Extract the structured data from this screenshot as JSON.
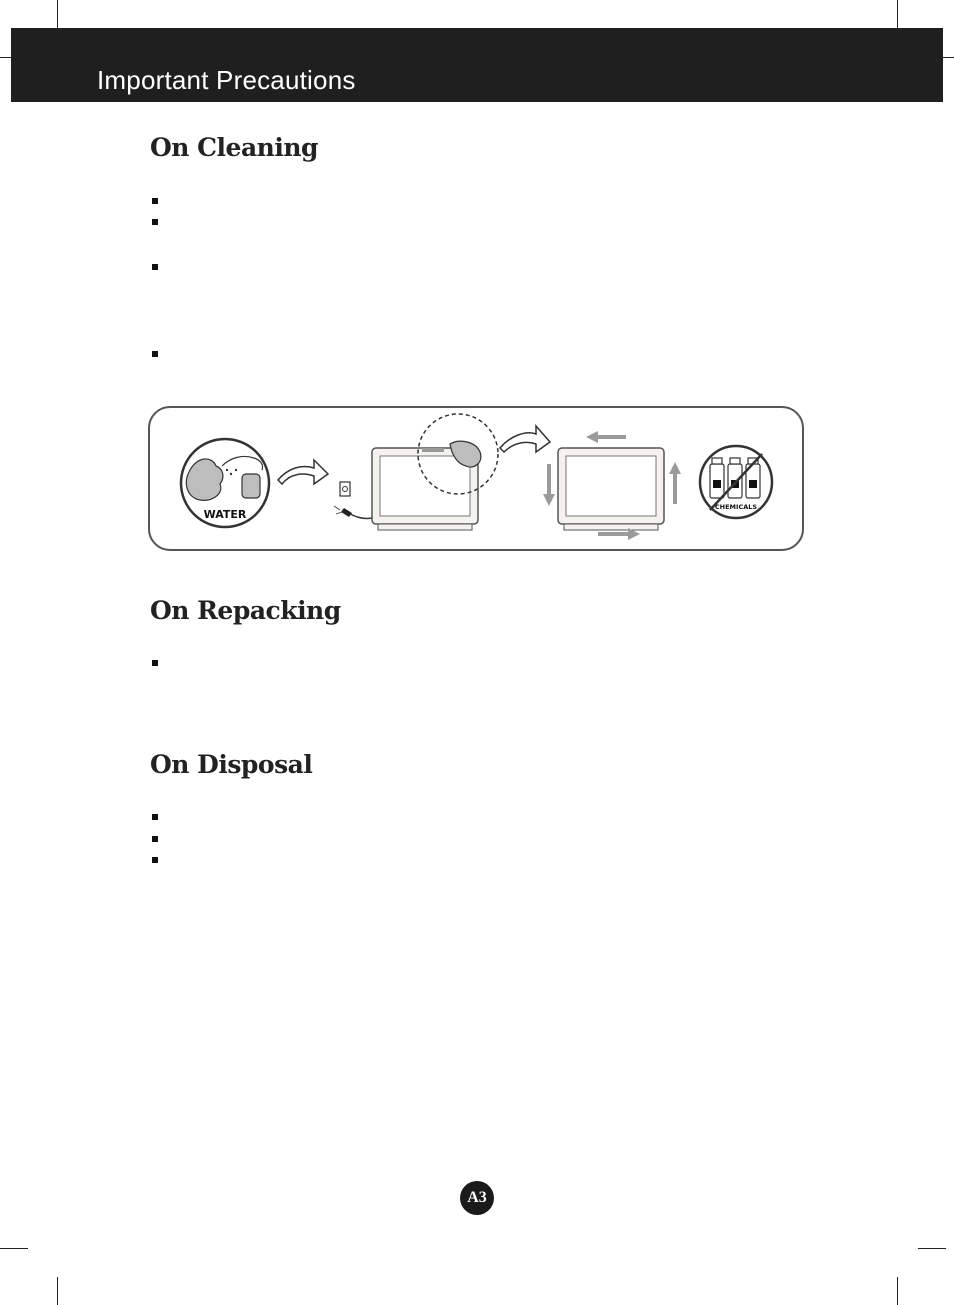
{
  "header": {
    "title": "Important Precautions"
  },
  "sections": {
    "cleaning": {
      "heading": "On Cleaning",
      "bullet_count": 4
    },
    "repacking": {
      "heading": "On Repacking",
      "bullet_count": 1
    },
    "disposal": {
      "heading": "On Disposal",
      "bullet_count": 3
    }
  },
  "illustration": {
    "water_label": "WATER",
    "chemicals_label": "CHEMICALS",
    "icons": [
      "water-spray-cloth-icon",
      "arrow-right-icon",
      "power-plug-icon",
      "monitor-wipe-icon",
      "monitor-wipe-directions-icon",
      "no-chemicals-icon"
    ]
  },
  "footer": {
    "page_number": "A3"
  },
  "colors": {
    "header_bg": "#1f1f1f",
    "header_text": "#ffffff",
    "arrow_gray": "#9a9a9a"
  }
}
